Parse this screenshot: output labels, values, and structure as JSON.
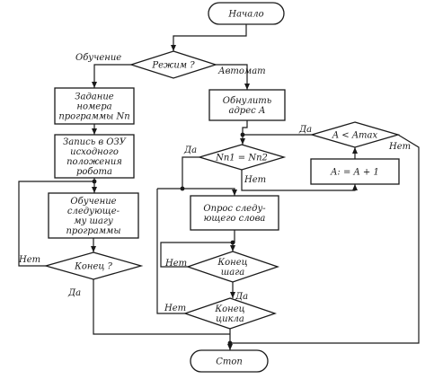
{
  "title": "",
  "nodes": {
    "start": {
      "shape": "terminal",
      "lines": [
        "Начало"
      ]
    },
    "mode": {
      "shape": "decision",
      "lines": [
        "Режим ?"
      ]
    },
    "set_number": {
      "shape": "process",
      "lines": [
        "Задание",
        "номера",
        "программы Nп"
      ]
    },
    "record_ozu": {
      "shape": "process",
      "lines": [
        "Запись в ОЗУ",
        "исходного",
        "положения",
        "робота"
      ]
    },
    "train_step": {
      "shape": "process",
      "lines": [
        "Обучение",
        "следующе-",
        "му шагу",
        "программы"
      ]
    },
    "end_q": {
      "shape": "decision",
      "lines": [
        "Конец ?"
      ]
    },
    "reset_addr": {
      "shape": "process",
      "lines": [
        "Обнулить",
        "адрес А"
      ]
    },
    "compare_n": {
      "shape": "decision",
      "lines": [
        "Nп1 = Nп2"
      ]
    },
    "compare_a": {
      "shape": "decision",
      "lines": [
        "A < Amax"
      ]
    },
    "increment_a": {
      "shape": "process",
      "lines": [
        "A: = A + 1"
      ]
    },
    "poll_word": {
      "shape": "process",
      "lines": [
        "Опрос следу-",
        "ющего слова"
      ]
    },
    "end_step": {
      "shape": "decision",
      "lines": [
        "Конец",
        "шага"
      ]
    },
    "end_cycle": {
      "shape": "decision",
      "lines": [
        "Конец",
        "цикла"
      ]
    },
    "stop": {
      "shape": "terminal",
      "lines": [
        "Стоп"
      ]
    }
  },
  "labels": {
    "training": "Обучение",
    "automatic": "Автомат",
    "yes_a": "Да",
    "no_a": "Нет",
    "yes_n": "Да",
    "no_n": "Нет",
    "no_end": "Нет",
    "yes_end": "Да",
    "no_step": "Нет",
    "yes_step": "Да",
    "no_cycle": "Нет"
  }
}
